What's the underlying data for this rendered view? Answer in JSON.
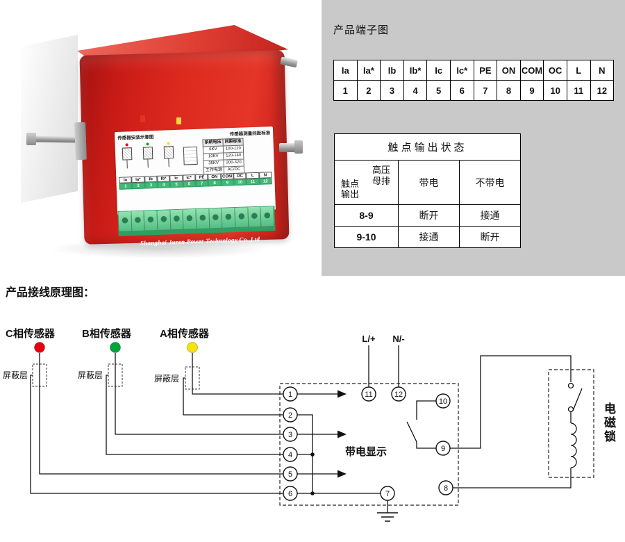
{
  "terminal_section": {
    "title": "产品端子图",
    "headers": [
      "Ia",
      "Ia*",
      "Ib",
      "Ib*",
      "Ic",
      "Ic*",
      "PE",
      "ON",
      "COM",
      "OC",
      "L",
      "N"
    ],
    "numbers": [
      "1",
      "2",
      "3",
      "4",
      "5",
      "6",
      "7",
      "8",
      "9",
      "10",
      "11",
      "12"
    ]
  },
  "contact_table": {
    "title": "触点输出状态",
    "corner": {
      "top": "高压母排",
      "bottom": "触点输出"
    },
    "columns": [
      "带电",
      "不带电"
    ],
    "rows": [
      {
        "label": "8-9",
        "live": "断开",
        "dead": "接通"
      },
      {
        "label": "9-10",
        "live": "接通",
        "dead": "断开"
      }
    ]
  },
  "schematic": {
    "title": "产品接线原理图：",
    "sensors": [
      {
        "label": "C相传感器",
        "shield": "屏蔽层",
        "color": "#e8000b"
      },
      {
        "label": "B相传感器",
        "shield": "屏蔽层",
        "color": "#00a53c"
      },
      {
        "label": "A相传感器",
        "shield": "屏蔽层",
        "color": "#f5e408"
      }
    ],
    "power": {
      "l": "L/+",
      "n": "N/-"
    },
    "terminals": [
      "1",
      "2",
      "3",
      "4",
      "5",
      "6",
      "7",
      "8",
      "9",
      "10",
      "11",
      "12"
    ],
    "live_display": "带电显示",
    "lock": "电磁锁"
  },
  "photo": {
    "label_left_title": "传感器安装示意图",
    "label_right_title": "传感器测量间距标准",
    "spec_header": [
      "系统电压",
      "间距标准"
    ],
    "spec_rows": [
      [
        "6KV",
        "100-120"
      ],
      [
        "10KV",
        "120-140"
      ],
      [
        "35KV",
        "200-320"
      ]
    ],
    "power_title": "工作电源",
    "power_value": "AC/DC",
    "mini_headers": [
      "Ia",
      "Ia*",
      "Ib",
      "Ib*",
      "Ic",
      "Ic*",
      "PE",
      "ON",
      "COM",
      "OC",
      "L",
      "N"
    ],
    "mini_numbers": [
      "1",
      "2",
      "3",
      "4",
      "5",
      "6",
      "7",
      "8",
      "9",
      "10",
      "11",
      "12"
    ],
    "brand": "Shanghai Juren Power Technology Co.,Ltd"
  }
}
